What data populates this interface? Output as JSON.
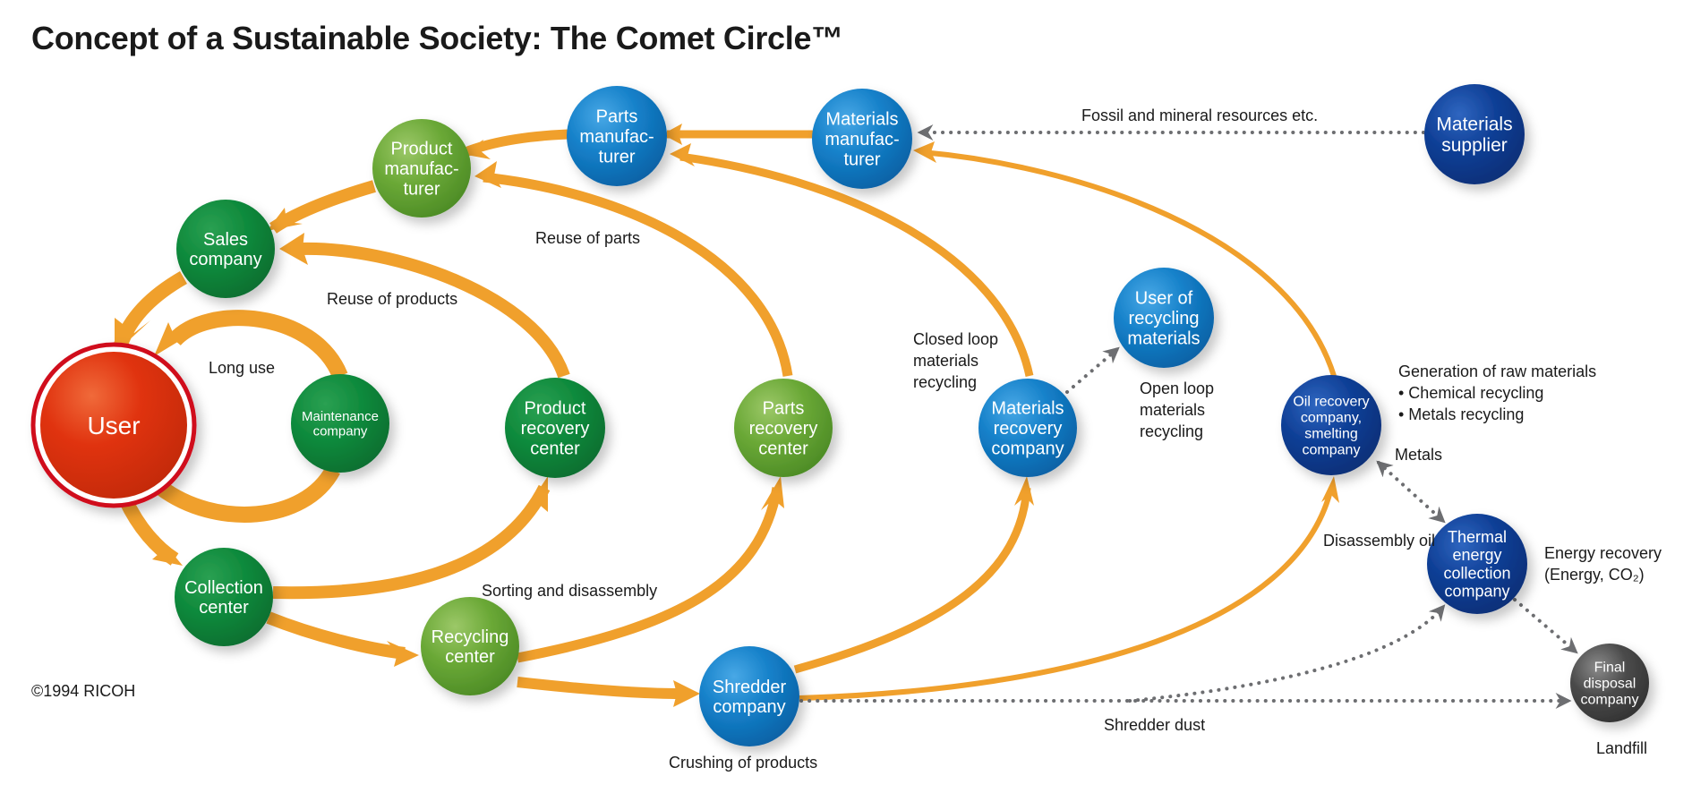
{
  "title": "Concept of a Sustainable Society: The Comet Circle™",
  "copyright": "©1994 RICOH",
  "colors": {
    "arrow": "#f0a02c",
    "dotted": "#6d6e71",
    "user": "#e0330f",
    "user_ring": "#d0101e",
    "green_dark": "#0f8a3c",
    "green_light": "#6aa836",
    "blue_light": "#137fc8",
    "blue_dark": "#0f3f96",
    "gray": "#4a4a4a"
  },
  "nodes": [
    {
      "id": "user",
      "label": [
        "User"
      ],
      "style": "user"
    },
    {
      "id": "maintenance",
      "label": [
        "Maintenance",
        "company"
      ],
      "style": "green_dark"
    },
    {
      "id": "sales",
      "label": [
        "Sales",
        "company"
      ],
      "style": "green_dark"
    },
    {
      "id": "product-manufacturer",
      "label": [
        "Product",
        "manufac-",
        "turer"
      ],
      "style": "green_light"
    },
    {
      "id": "parts-manufacturer",
      "label": [
        "Parts",
        "manufac-",
        "turer"
      ],
      "style": "blue_light"
    },
    {
      "id": "materials-manufacturer",
      "label": [
        "Materials",
        "manufac-",
        "turer"
      ],
      "style": "blue_light"
    },
    {
      "id": "materials-supplier",
      "label": [
        "Materials",
        "supplier"
      ],
      "style": "blue_dark"
    },
    {
      "id": "collection",
      "label": [
        "Collection",
        "center"
      ],
      "style": "green_dark"
    },
    {
      "id": "product-recovery",
      "label": [
        "Product",
        "recovery",
        "center"
      ],
      "style": "green_dark"
    },
    {
      "id": "recycling",
      "label": [
        "Recycling",
        "center"
      ],
      "style": "green_light"
    },
    {
      "id": "parts-recovery",
      "label": [
        "Parts",
        "recovery",
        "center"
      ],
      "style": "green_light"
    },
    {
      "id": "shredder",
      "label": [
        "Shredder",
        "company"
      ],
      "style": "blue_light"
    },
    {
      "id": "materials-recovery",
      "label": [
        "Materials",
        "recovery",
        "company"
      ],
      "style": "blue_light"
    },
    {
      "id": "user-recycling-materials",
      "label": [
        "User of",
        "recycling",
        "materials"
      ],
      "style": "blue_light"
    },
    {
      "id": "oil-recovery",
      "label": [
        "Oil recovery",
        "company,",
        "smelting",
        "company"
      ],
      "style": "blue_dark"
    },
    {
      "id": "thermal-energy",
      "label": [
        "Thermal",
        "energy",
        "collection",
        "company"
      ],
      "style": "blue_dark"
    },
    {
      "id": "final-disposal",
      "label": [
        "Final",
        "disposal",
        "company"
      ],
      "style": "gray"
    }
  ],
  "edges": [
    {
      "from": "sales",
      "to": "user",
      "kind": "flow"
    },
    {
      "from": "product-manufacturer",
      "to": "sales",
      "kind": "flow"
    },
    {
      "from": "parts-manufacturer",
      "to": "product-manufacturer",
      "kind": "flow"
    },
    {
      "from": "materials-manufacturer",
      "to": "parts-manufacturer",
      "kind": "flow"
    },
    {
      "from": "materials-supplier",
      "to": "materials-manufacturer",
      "kind": "dotted",
      "label": "Fossil and mineral resources etc."
    },
    {
      "from": "maintenance",
      "to": "user",
      "kind": "flow",
      "label": "Long use"
    },
    {
      "from": "user",
      "to": "collection",
      "kind": "flow"
    },
    {
      "from": "collection",
      "to": "product-recovery",
      "kind": "flow"
    },
    {
      "from": "product-recovery",
      "to": "sales",
      "kind": "flow",
      "label": "Reuse of products"
    },
    {
      "from": "collection",
      "to": "recycling",
      "kind": "flow"
    },
    {
      "from": "recycling",
      "to": "parts-recovery",
      "kind": "flow",
      "label": "Sorting and disassembly"
    },
    {
      "from": "parts-recovery",
      "to": "product-manufacturer",
      "kind": "flow",
      "label": "Reuse of parts"
    },
    {
      "from": "recycling",
      "to": "shredder",
      "kind": "flow"
    },
    {
      "from": "shredder",
      "to": "materials-recovery",
      "kind": "flow"
    },
    {
      "from": "materials-recovery",
      "to": "parts-manufacturer",
      "kind": "flow",
      "label": "Closed loop materials recycling"
    },
    {
      "from": "materials-recovery",
      "to": "user-recycling-materials",
      "kind": "dotted",
      "label": "Open loop materials recycling"
    },
    {
      "from": "shredder",
      "to": "oil-recovery",
      "kind": "flow"
    },
    {
      "from": "oil-recovery",
      "to": "materials-manufacturer",
      "kind": "flow"
    },
    {
      "from": "oil-recovery",
      "to": "thermal-energy",
      "kind": "dotted-both",
      "label": "Metals / Disassembly oil"
    },
    {
      "from": "shredder",
      "to": "thermal-energy",
      "kind": "dotted"
    },
    {
      "from": "shredder",
      "to": "final-disposal",
      "kind": "dotted",
      "label": "Shredder dust"
    },
    {
      "from": "thermal-energy",
      "to": "final-disposal",
      "kind": "dotted"
    }
  ],
  "annotations": {
    "long_use": "Long use",
    "reuse_products": "Reuse of products",
    "reuse_parts": "Reuse of parts",
    "sorting": "Sorting and disassembly",
    "crushing": "Crushing of products",
    "closed_loop": [
      "Closed loop",
      "materials",
      "recycling"
    ],
    "open_loop": [
      "Open loop",
      "materials",
      "recycling"
    ],
    "fossil": "Fossil and mineral resources etc.",
    "generation": [
      "Generation of raw materials",
      "• Chemical recycling",
      "• Metals recycling"
    ],
    "metals": "Metals",
    "disassembly_oil": "Disassembly oil",
    "energy_recovery": [
      "Energy recovery",
      "(Energy, CO₂)"
    ],
    "shredder_dust": "Shredder dust",
    "landfill": "Landfill"
  }
}
